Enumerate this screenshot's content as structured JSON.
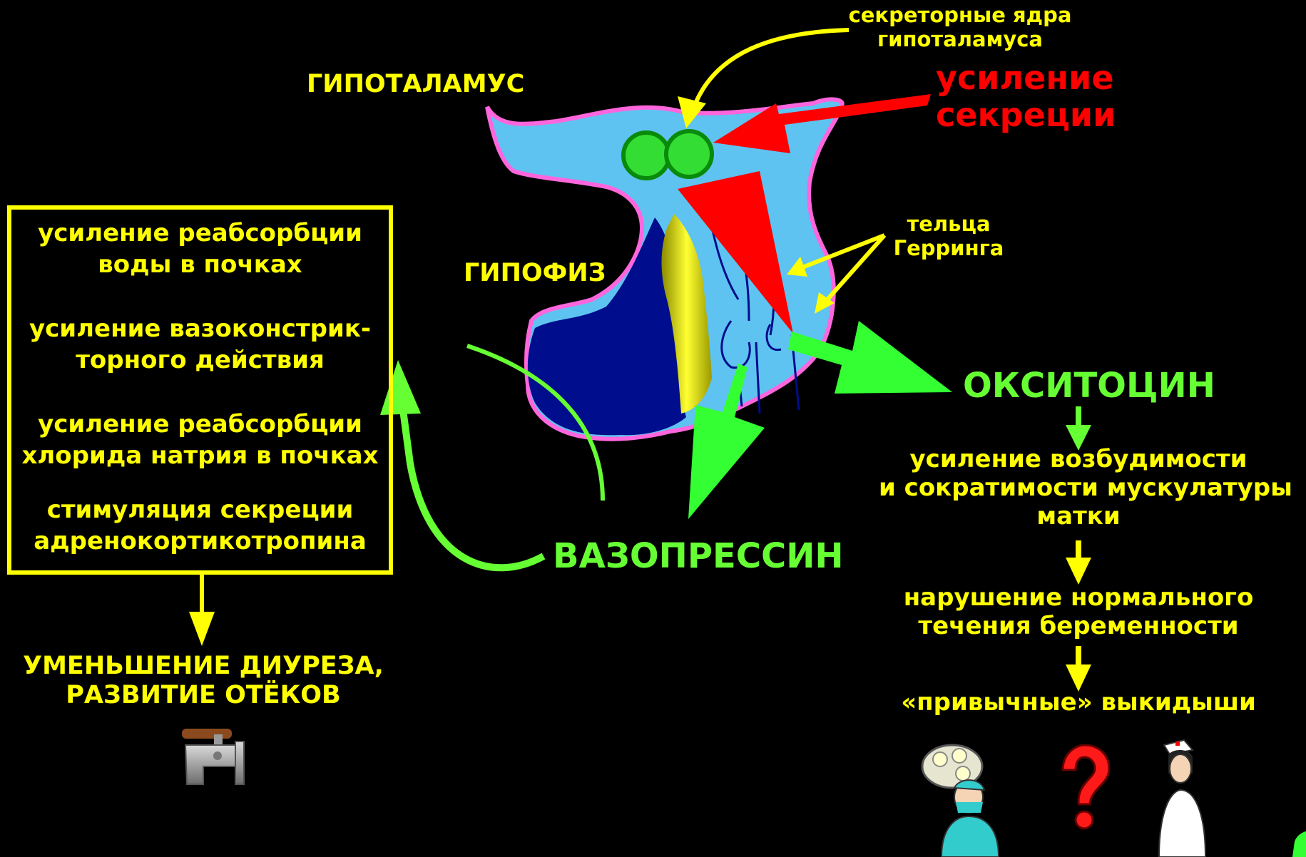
{
  "labels": {
    "hypothalamus": "ГИПОТАЛАМУС",
    "secretory_nuclei": [
      "секреторные ядра",
      "гипоталамуса"
    ],
    "increase_secretion": [
      "усиление",
      "секреции"
    ],
    "herring_bodies": [
      "тельца",
      "Герринга"
    ],
    "pituitary": "ГИПОФИЗ",
    "oxytocin": "ОКСИТОЦИН",
    "vasopressin": "ВАЗОПРЕССИН"
  },
  "vasopressin_effects": [
    [
      "усиление реабсорбции",
      "воды в почках"
    ],
    [
      "усиление вазоконстрик-",
      "торного действия"
    ],
    [
      "усиление реабсорбции",
      "хлорида натрия в почках"
    ],
    [
      "стимуляция секреции",
      "адренокортикотропина"
    ]
  ],
  "vasopressin_outcome": [
    "УМЕНЬШЕНИЕ ДИУРЕЗА,",
    "РАЗВИТИЕ ОТЁКОВ"
  ],
  "oxytocin_chain": {
    "step1": [
      "усиление возбудимости",
      "и сократимости мускулатуры",
      "матки"
    ],
    "step2": [
      "нарушение нормального",
      "течения беременности"
    ],
    "step3": "«привычные» выкидыши"
  },
  "clipart": [
    "faucet-icon",
    "surgeon-icon",
    "question-mark-icon",
    "nurse-icon"
  ],
  "colors": {
    "background": "#000000",
    "text_primary": "#ffff00",
    "hormone_green": "#66ff33",
    "accent_red": "#ff0000",
    "gland_light": "#5ec3f0",
    "gland_dark": "#000d8c",
    "outline_pink": "#ff66dd"
  }
}
